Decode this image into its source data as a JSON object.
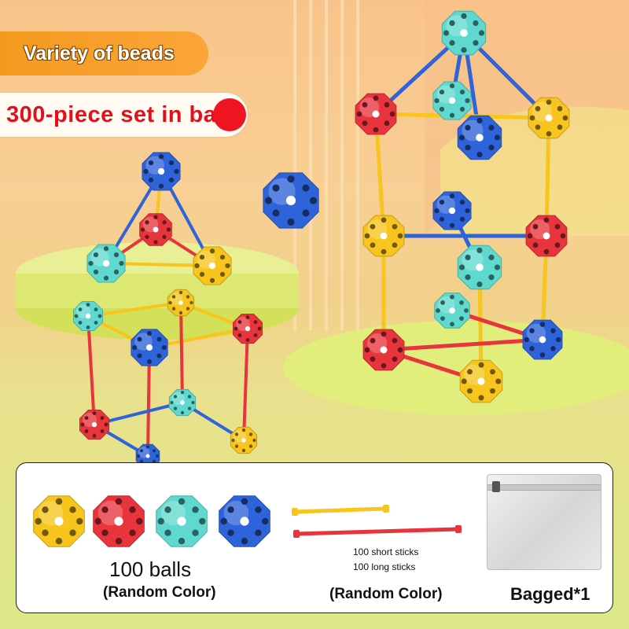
{
  "banners": {
    "variety": "Variety of beads",
    "set": "300-piece set in bag"
  },
  "legend": {
    "balls_count": "100 balls",
    "balls_color": "(Random Color)",
    "short_sticks": "100 short sticks",
    "long_sticks": "100 long sticks",
    "sticks_color": "(Random Color)",
    "bag": "Bagged*1"
  },
  "colors": {
    "yellow": "#f7c51d",
    "red": "#e8343d",
    "teal": "#5fd9cf",
    "blue": "#2f63d9",
    "badge_orange": "#f49a1e",
    "badge_text_red": "#e0101c"
  },
  "icons": {
    "beads": "ball-icon",
    "sticks": "stick-icon",
    "bag": "zip-bag-icon"
  }
}
